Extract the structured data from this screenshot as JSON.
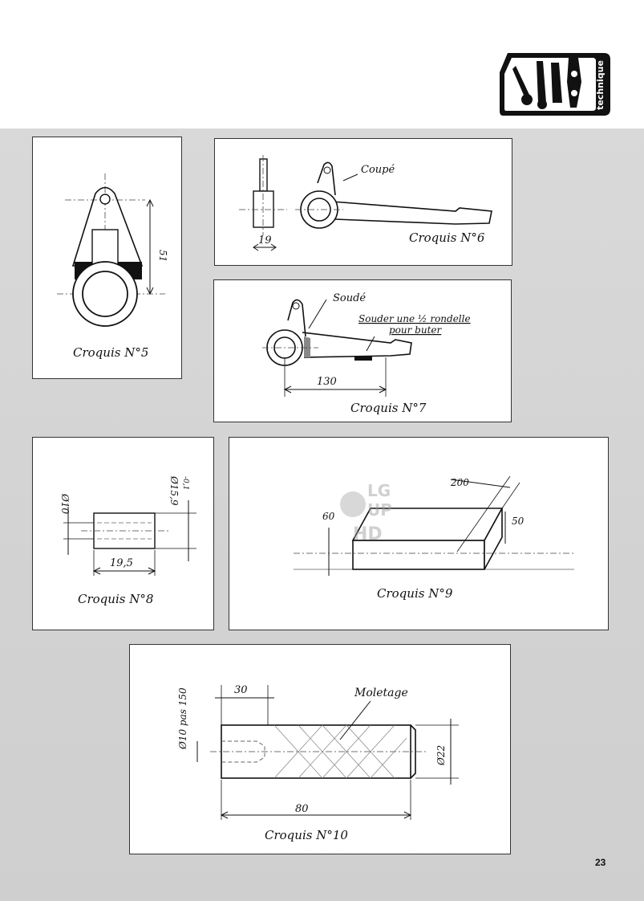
{
  "logo": {
    "label": "technique",
    "icon": "tools-icon"
  },
  "page": {
    "number": "23"
  },
  "sketch5": {
    "caption": "Croquis N°5",
    "dim_height": "51"
  },
  "sketch6": {
    "caption": "Croquis N°6",
    "label_cut": "Coupé",
    "dim_width": "19"
  },
  "sketch7": {
    "caption": "Croquis N°7",
    "label_weld": "Soudé",
    "label_washer_1": "Souder une ½ rondelle",
    "label_washer_2": "pour buter",
    "dim_length": "130"
  },
  "sketch8": {
    "caption": "Croquis N°8",
    "dim_inner": "Ø10",
    "dim_outer": "Ø15,9",
    "dim_tol": "-0,1",
    "dim_length": "19,5"
  },
  "sketch9": {
    "caption": "Croquis N°9",
    "dim_length": "200",
    "dim_height": "60",
    "dim_width": "50"
  },
  "sketch10": {
    "caption": "Croquis N°10",
    "label_knurl": "Moletage",
    "dim_thread": "Ø10 pas 150",
    "dim_head": "30",
    "dim_diam": "Ø22",
    "dim_length": "80"
  },
  "watermark": {
    "line1": "LG",
    "line2": "UP",
    "line3": "HD"
  }
}
